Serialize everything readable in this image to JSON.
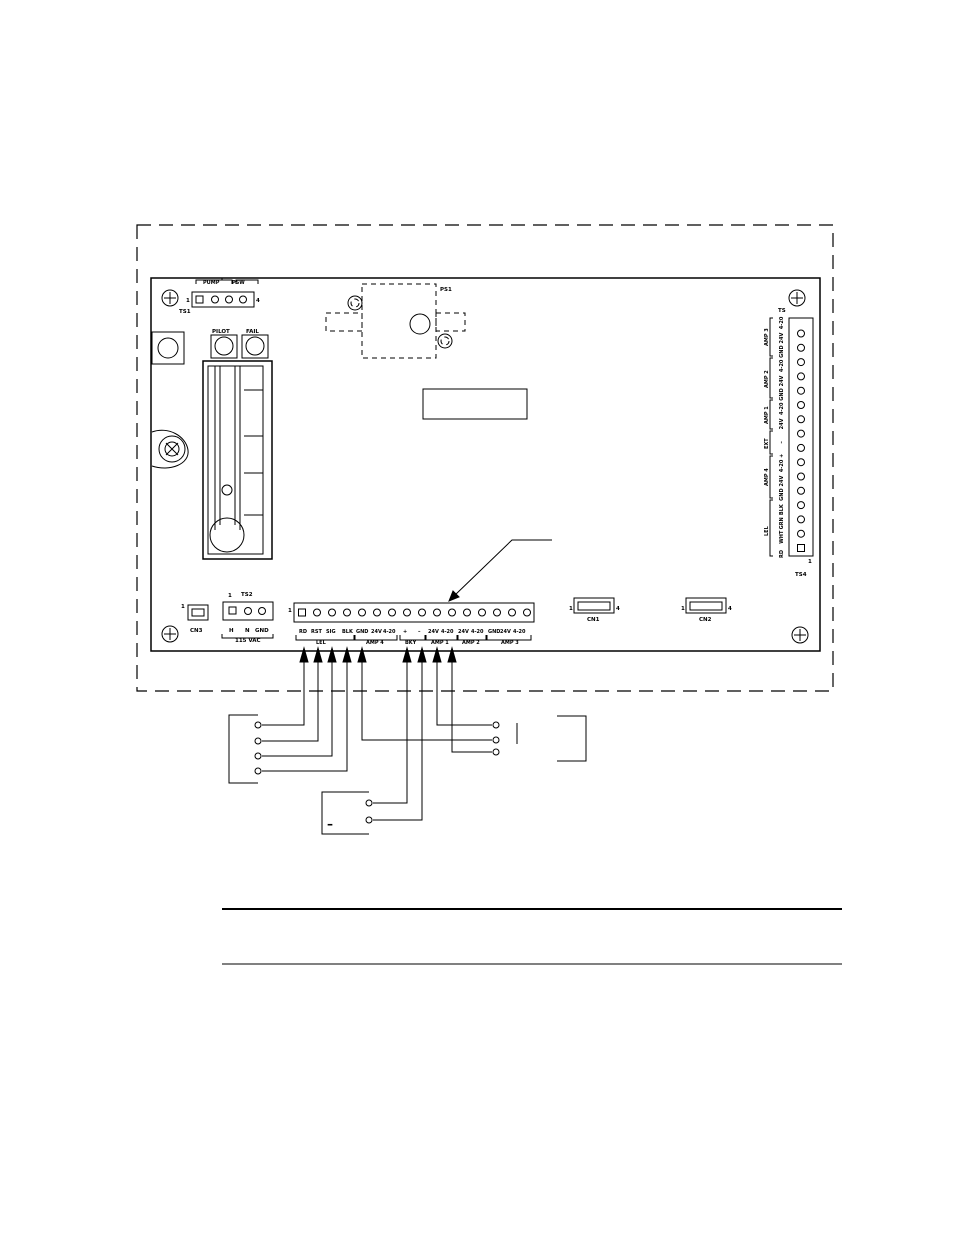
{
  "components": {
    "ts1": {
      "ref": "TS1",
      "pin_first": "1",
      "pin_last": "4",
      "group_left": "PUMP",
      "group_right": "PSW"
    },
    "ts2": {
      "ref": "TS2",
      "pin_first": "1",
      "terms": [
        "H",
        "N",
        "GND"
      ],
      "caption": "115 VAC"
    },
    "ts3": {
      "ref": "TS",
      "pin_first": "1"
    },
    "ts4": {
      "ref": "TS4",
      "pin_first": "1"
    },
    "ps1": {
      "ref": "PS1"
    },
    "cn1": {
      "ref": "CN1",
      "pin_first": "1",
      "pin_last": "4"
    },
    "cn2": {
      "ref": "CN2",
      "pin_first": "1",
      "pin_last": "4"
    },
    "cn3": {
      "ref": "CN3",
      "pin_first": "1"
    },
    "pilot_lamp": {
      "label": "PILOT"
    },
    "fail_lamp": {
      "label": "FAIL"
    }
  },
  "ts3_terms": [
    "RD",
    "RST",
    "SIG",
    "BLK",
    "GND",
    "24V",
    "4-20",
    "+",
    "–",
    "24V",
    "4-20",
    "24V",
    "4-20",
    "GND",
    "24V",
    "4-20"
  ],
  "ts3_groups": [
    "LEL",
    "AMP 4",
    "BKY",
    "AMP 1",
    "AMP 2",
    "AMP 3"
  ],
  "ts4_terms": [
    "RD",
    "WHT",
    "GRN",
    "BLK",
    "GND",
    "24V",
    "4-20",
    "+",
    "–",
    "24V",
    "4-20",
    "GND",
    "24V",
    "4-20",
    "GND",
    "24V",
    "4-20"
  ],
  "ts4_groups": [
    "LEL",
    "AMP 4",
    "EXT",
    "AMP 1",
    "AMP 2",
    "AMP 3"
  ],
  "external": {
    "battery_minus": "–"
  }
}
